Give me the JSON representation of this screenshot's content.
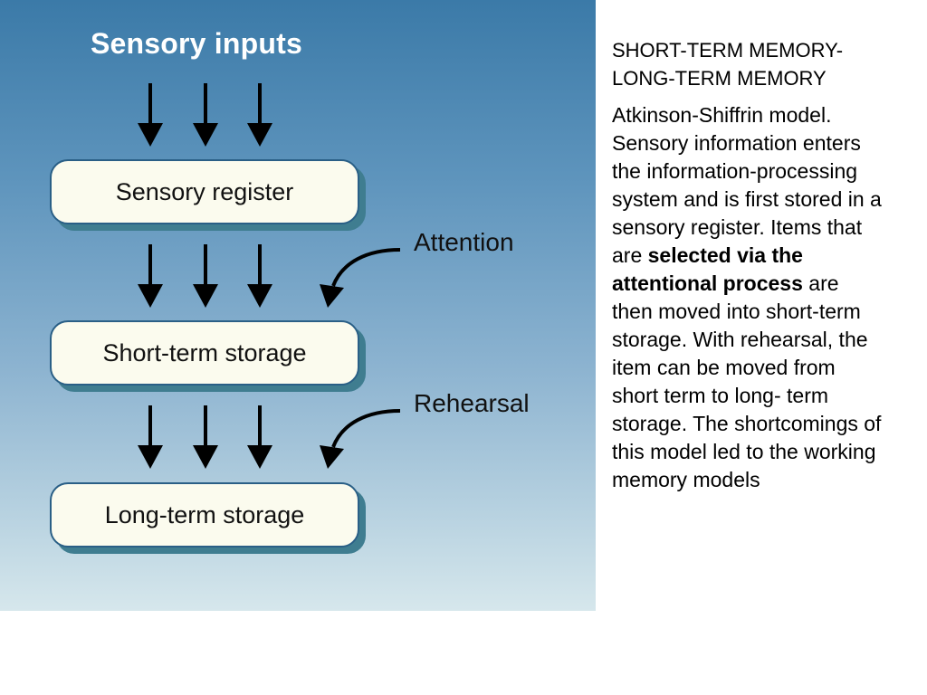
{
  "diagram": {
    "title": "Sensory inputs",
    "stages": [
      "Sensory register",
      "Short-term storage",
      "Long-term storage"
    ],
    "processes": [
      "Attention",
      "Rehearsal"
    ]
  },
  "text": {
    "heading_line1": "SHORT-TERM MEMORY-",
    "heading_line2": "LONG-TERM MEMORY",
    "body_intro": "Atkinson-Shiffrin model. Sensory information enters the information-processing system and is first stored in a sensory register. Items that are ",
    "body_bold": "selected via the attentional process",
    "body_rest": " are then moved into short-term storage. With rehearsal, the item can be moved from short term to long- term storage. The shortcomings of this model led to the working memory models"
  },
  "colors": {
    "panel_top": "#3b7aa8",
    "panel_bottom": "#d6e7ec",
    "box_fill": "#fbfbee",
    "box_shadow": "#3f7d90",
    "arrow": "#000000"
  }
}
